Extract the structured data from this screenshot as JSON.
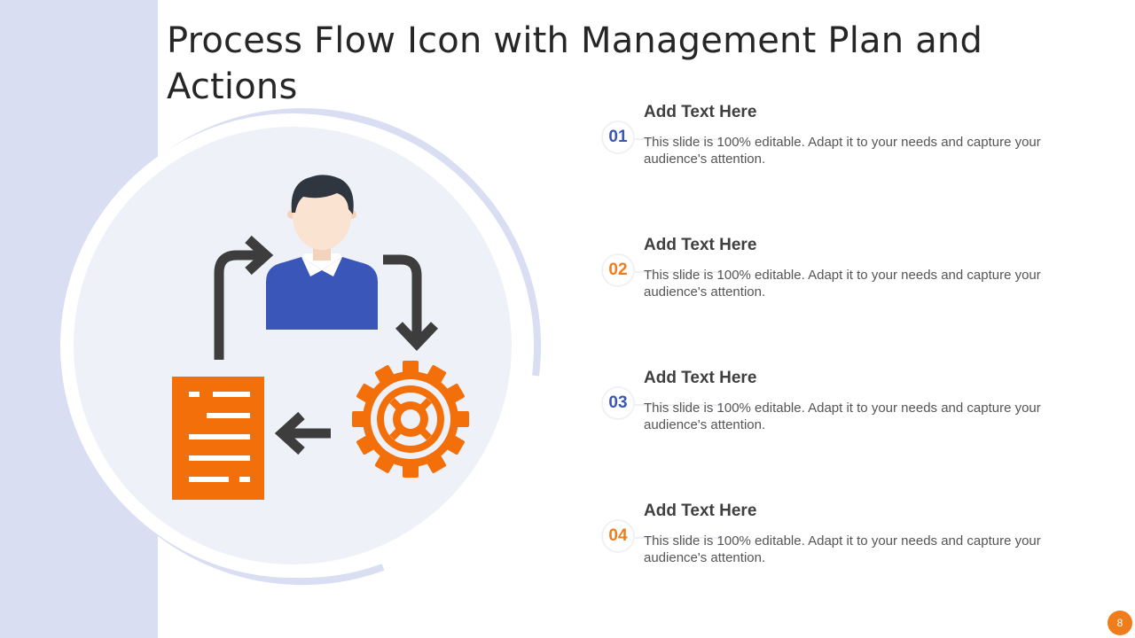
{
  "slide": {
    "title": "Process Flow Icon with Management Plan and Actions",
    "page_number": "8"
  },
  "colors": {
    "side_band": "#d9def3",
    "accent_blue": "#3a56b8",
    "accent_orange": "#ef7d1c",
    "arrow_dark": "#3d3d3d"
  },
  "graphic": {
    "icons": [
      "person-icon",
      "gear-icon",
      "document-icon",
      "arrow-icon"
    ]
  },
  "items": [
    {
      "number": "01",
      "color": "blue",
      "heading": "Add Text Here",
      "text": "This slide is 100% editable. Adapt it to your  needs and capture your audience's attention."
    },
    {
      "number": "02",
      "color": "orange",
      "heading": "Add Text Here",
      "text": "This slide is 100% editable. Adapt it to your  needs and capture your audience's attention."
    },
    {
      "number": "03",
      "color": "blue",
      "heading": "Add Text Here",
      "text": "This slide is 100% editable. Adapt it to your  needs and capture your audience's attention."
    },
    {
      "number": "04",
      "color": "orange",
      "heading": "Add Text Here",
      "text": "This slide is 100% editable. Adapt it to your  needs and capture your audience's attention."
    }
  ]
}
